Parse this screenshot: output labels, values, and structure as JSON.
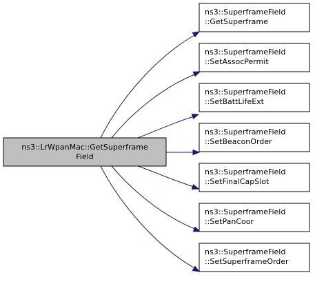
{
  "source": {
    "line1": "ns3::LrWpanMac::GetSuperframe",
    "line2": "Field",
    "fill": "#bfbfbf"
  },
  "targets": [
    {
      "line1": "ns3::SuperframeField",
      "line2": "::GetSuperframe"
    },
    {
      "line1": "ns3::SuperframeField",
      "line2": "::SetAssocPermit"
    },
    {
      "line1": "ns3::SuperframeField",
      "line2": "::SetBattLifeExt"
    },
    {
      "line1": "ns3::SuperframeField",
      "line2": "::SetBeaconOrder"
    },
    {
      "line1": "ns3::SuperframeField",
      "line2": "::SetFinalCapSlot"
    },
    {
      "line1": "ns3::SuperframeField",
      "line2": "::SetPanCoor"
    },
    {
      "line1": "ns3::SuperframeField",
      "line2": "::SetSuperframeOrder"
    }
  ],
  "colors": {
    "edge": "#191970",
    "target_fill": "#ffffff",
    "border": "#000000"
  }
}
